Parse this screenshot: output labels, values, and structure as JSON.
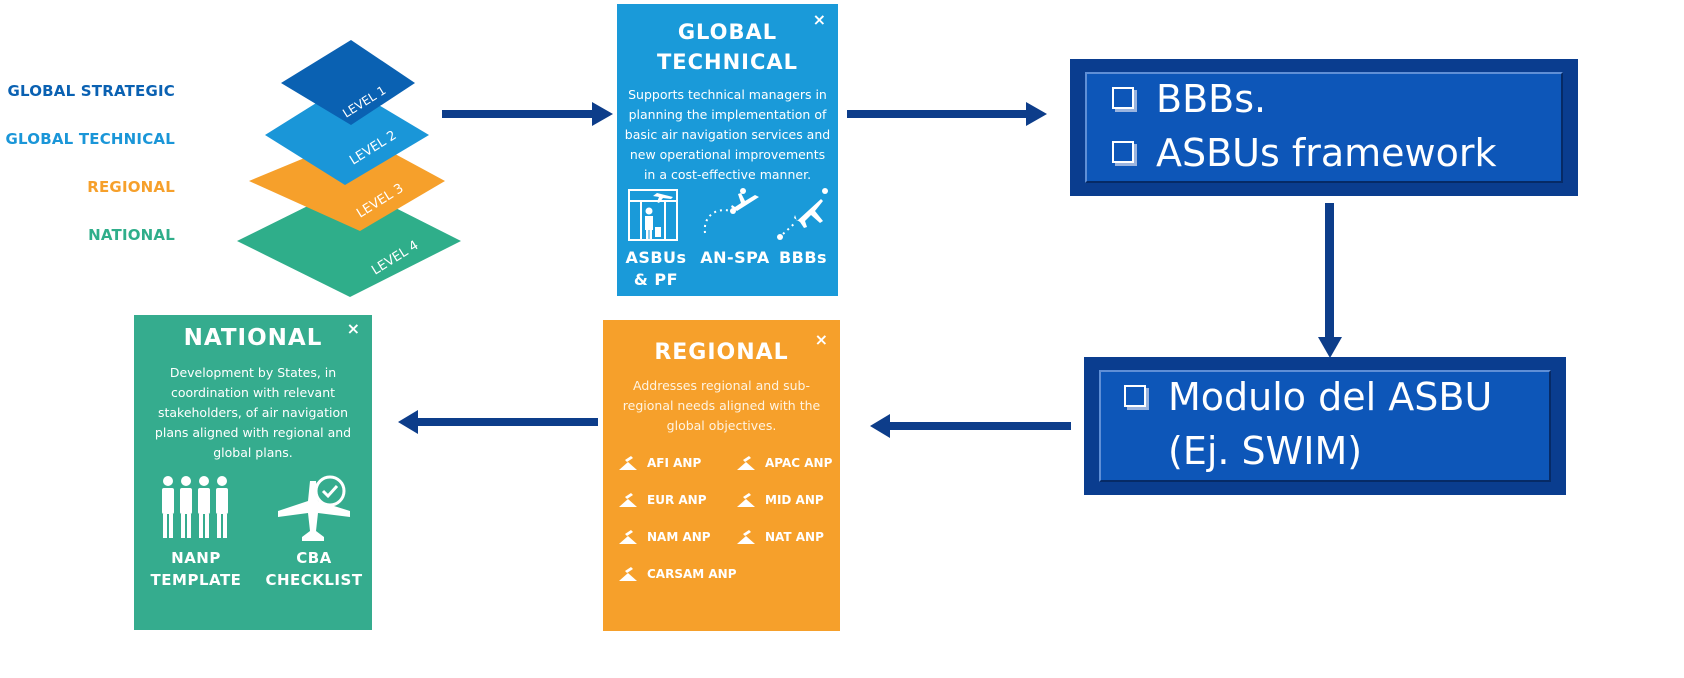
{
  "levels": [
    {
      "label": "GLOBAL STRATEGIC",
      "layer": "LEVEL 1",
      "color": "#0a61b2"
    },
    {
      "label": "GLOBAL TECHNICAL",
      "layer": "LEVEL 2",
      "color": "#1a96d8"
    },
    {
      "label": "REGIONAL",
      "layer": "LEVEL 3",
      "color": "#f6a02b"
    },
    {
      "label": "NATIONAL",
      "layer": "LEVEL 4",
      "color": "#2fae8a"
    }
  ],
  "global_technical": {
    "title_line1": "GLOBAL",
    "title_line2": "TECHNICAL",
    "close": "×",
    "description": [
      "Supports technical managers in",
      "planning the implementation of",
      "basic air navigation services and",
      "new operational improvements",
      "in a cost-effective manner."
    ],
    "items": [
      {
        "line1": "ASBUs",
        "line2": "& PF",
        "icon": "airport-traveler-icon"
      },
      {
        "line1": "AN-SPA",
        "line2": "",
        "icon": "flight-path-icon"
      },
      {
        "line1": "BBBs",
        "line2": "",
        "icon": "airplane-route-icon"
      }
    ],
    "color": "#1a9ad9"
  },
  "regional": {
    "title": "REGIONAL",
    "close": "×",
    "description": [
      "Addresses regional and sub-",
      "regional needs aligned with the",
      "global objectives."
    ],
    "anps": [
      "AFI ANP",
      "APAC ANP",
      "EUR ANP",
      "MID ANP",
      "NAM ANP",
      "NAT ANP",
      "CARSAM ANP"
    ],
    "color": "#f6a02b"
  },
  "national": {
    "title": "NATIONAL",
    "close": "×",
    "description": [
      "Development by States, in",
      "coordination with relevant",
      "stakeholders, of air navigation",
      "plans aligned with regional and",
      "global plans."
    ],
    "items": [
      {
        "line1": "NANP",
        "line2": "TEMPLATE",
        "icon": "people-group-icon"
      },
      {
        "line1": "CBA",
        "line2": "CHECKLIST",
        "icon": "airplane-check-icon"
      }
    ],
    "color": "#35ac8e"
  },
  "box_top": {
    "lines": [
      "BBBs.",
      "ASBUs framework"
    ]
  },
  "box_bottom": {
    "lines": [
      "Modulo del ASBU",
      "(Ej. SWIM)"
    ]
  },
  "colors": {
    "arrow": "#0d3d8a",
    "frame_dark": "#0a3d8f",
    "frame_face": "#0d56b8"
  }
}
